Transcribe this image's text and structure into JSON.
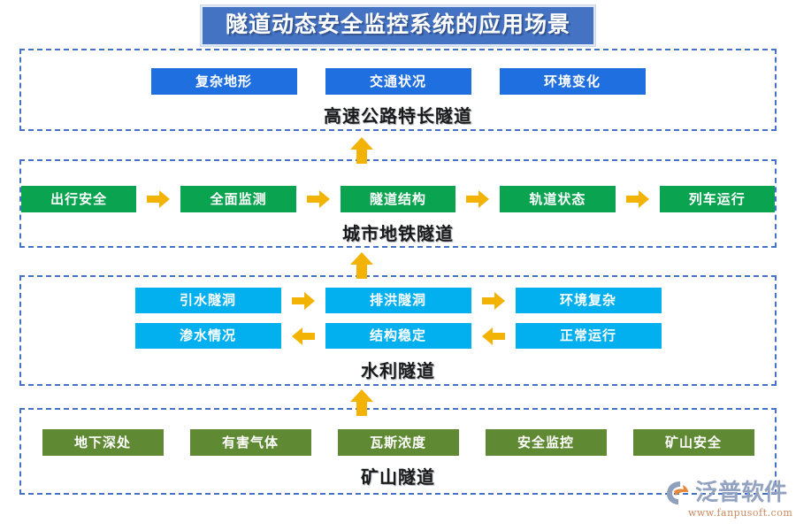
{
  "header": {
    "title": "隧道动态安全监控系统的应用场景",
    "title_bg": "#4573c4",
    "title_color": "#ffffff"
  },
  "palette": {
    "blue": "#1f6fe0",
    "green": "#0aa350",
    "cyan": "#02b0f0",
    "olive": "#5f8a33",
    "arrow": "#f2b304",
    "dashed_border": "#4573c4"
  },
  "sections": [
    {
      "caption": "高速公路特长隧道",
      "color": "blue",
      "rows": [
        {
          "nodes": [
            "复杂地形",
            "交通状况",
            "环境变化"
          ],
          "connectors": [
            "none",
            "none"
          ]
        }
      ]
    },
    {
      "caption": "城市地铁隧道",
      "color": "green",
      "rows": [
        {
          "nodes": [
            "出行安全",
            "全面监测",
            "隧道结构",
            "轨道状态",
            "列车运行"
          ],
          "connectors": [
            "right",
            "right",
            "right",
            "right"
          ]
        }
      ]
    },
    {
      "caption": "水利隧道",
      "color": "cyan",
      "rows": [
        {
          "nodes": [
            "引水隧洞",
            "排洪隧洞",
            "环境复杂"
          ],
          "connectors": [
            "right",
            "right"
          ]
        },
        {
          "nodes": [
            "渗水情况",
            "结构稳定",
            "正常运行"
          ],
          "connectors": [
            "left",
            "left"
          ]
        }
      ]
    },
    {
      "caption": "矿山隧道",
      "color": "olive",
      "rows": [
        {
          "nodes": [
            "地下深处",
            "有害气体",
            "瓦斯浓度",
            "安全监控",
            "矿山安全"
          ],
          "connectors": [
            "none",
            "none",
            "none",
            "none"
          ]
        }
      ]
    }
  ],
  "flow_arrows": [
    {
      "direction": "up",
      "from_section": "高速公路特长隧道",
      "to_section": "城市地铁隧道"
    },
    {
      "direction": "up",
      "from_section": "城市地铁隧道",
      "to_section": "水利隧道"
    },
    {
      "direction": "up",
      "from_section": "水利隧道",
      "to_section": "矿山隧道"
    }
  ],
  "logo": {
    "name": "泛普软件",
    "url": "www.fanpusoft.com"
  }
}
